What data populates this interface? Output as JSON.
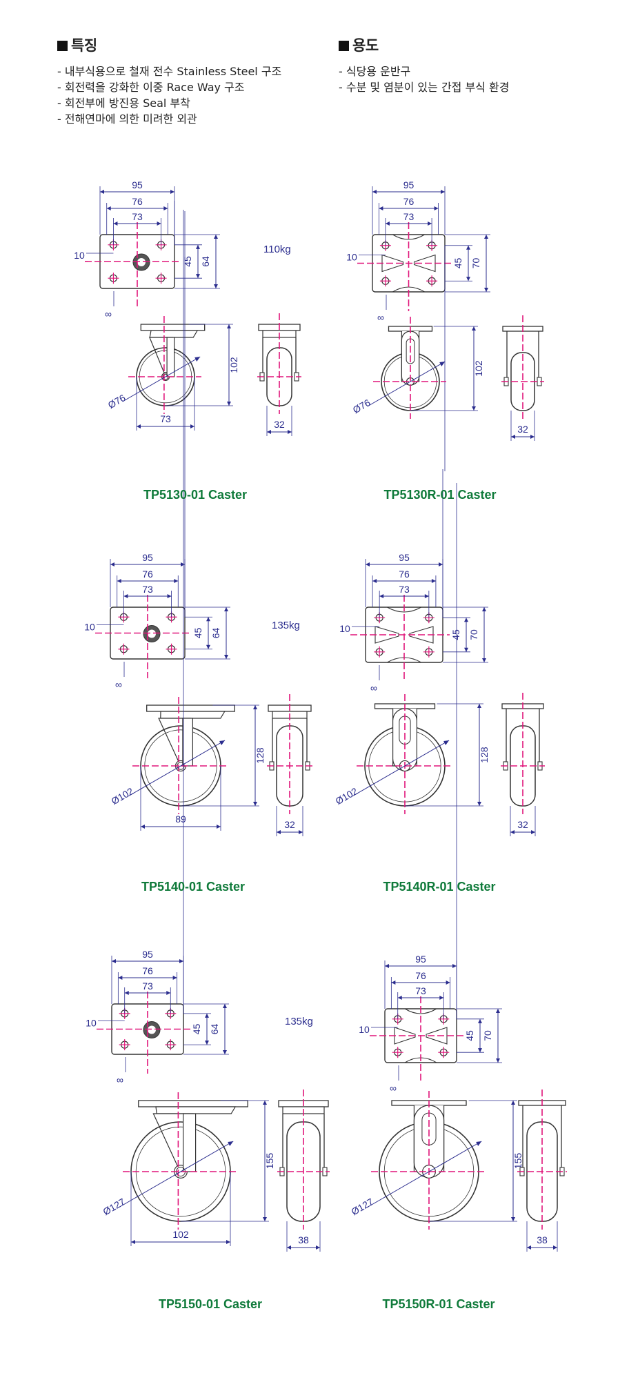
{
  "features": {
    "title": "특징",
    "items": [
      "- 내부식용으로 철재 전수 Stainless Steel 구조",
      "- 회전력을 강화한 이중 Race Way 구조",
      "- 회전부에 방진용 Seal 부착",
      "- 전해연마에 의한 미려한 외관"
    ]
  },
  "uses": {
    "title": "용도",
    "items": [
      "- 식당용 운반구",
      "- 수분 및 염분이 있는 간접 부식 환경"
    ]
  },
  "colors": {
    "dimension": "#2b2d8e",
    "centerline": "#e0157a",
    "caption": "#0f7a3a",
    "outline": "#333333"
  },
  "models": [
    {
      "load": "110kg",
      "swivel": {
        "caption": "TP5130-01 Caster",
        "plate": [
          "95",
          "76",
          "73",
          "10",
          "45",
          "64",
          "∞"
        ],
        "wheel_dia": "Ø76",
        "height": "102",
        "offset": "73",
        "width": "32"
      },
      "rigid": {
        "caption": "TP5130R-01 Caster",
        "plate": [
          "95",
          "76",
          "73",
          "10",
          "45",
          "70",
          "∞"
        ],
        "wheel_dia": "Ø76",
        "height": "102",
        "width": "32"
      }
    },
    {
      "load": "135kg",
      "swivel": {
        "caption": "TP5140-01 Caster",
        "plate": [
          "95",
          "76",
          "73",
          "10",
          "45",
          "64",
          "∞"
        ],
        "wheel_dia": "Ø102",
        "height": "128",
        "offset": "89",
        "width": "32"
      },
      "rigid": {
        "caption": "TP5140R-01 Caster",
        "plate": [
          "95",
          "76",
          "73",
          "10",
          "45",
          "70",
          "∞"
        ],
        "wheel_dia": "Ø102",
        "height": "128",
        "width": "32"
      }
    },
    {
      "load": "135kg",
      "swivel": {
        "caption": "TP5150-01 Caster",
        "plate": [
          "95",
          "76",
          "73",
          "10",
          "45",
          "64",
          "∞"
        ],
        "wheel_dia": "Ø127",
        "height": "155",
        "offset": "102",
        "width": "38"
      },
      "rigid": {
        "caption": "TP5150R-01 Caster",
        "plate": [
          "95",
          "76",
          "73",
          "10",
          "45",
          "70",
          "∞"
        ],
        "wheel_dia": "Ø127",
        "height": "155",
        "width": "38"
      }
    }
  ]
}
